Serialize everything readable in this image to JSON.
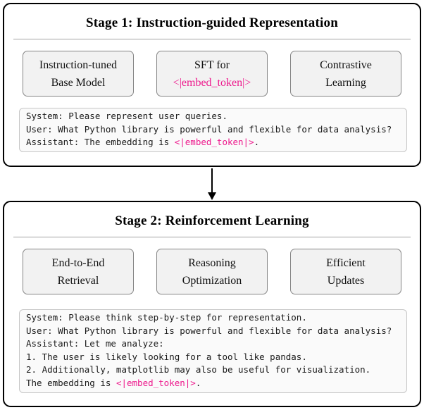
{
  "colors": {
    "accent": "#ed1a8d",
    "panel_border": "#000000",
    "concept_box_fill": "#f2f2f2",
    "concept_box_border": "#858585",
    "chat_box_fill": "#fafafa",
    "chat_box_border": "#c6c6c6",
    "divider": "#a3a3a3"
  },
  "stage1": {
    "title": "Stage 1: Instruction-guided Representation",
    "boxes": {
      "base_model": {
        "line1": "Instruction-tuned",
        "line2": "Base Model"
      },
      "sft": {
        "line1": "SFT for",
        "token": "<|embed_token|>"
      },
      "contrastive": {
        "line1": "Contrastive",
        "line2": "Learning"
      }
    },
    "chat": {
      "line1": {
        "pre": "System: Please represent user queries.",
        "token": "",
        "post": ""
      },
      "line2": {
        "pre": "User: What Python library is powerful and flexible for data analysis?",
        "token": "",
        "post": ""
      },
      "line3": {
        "pre": "Assistant: The embedding is ",
        "token": "<|embed_token|>",
        "post": "."
      }
    }
  },
  "stage2": {
    "title": "Stage 2: Reinforcement Learning",
    "boxes": {
      "retrieval": {
        "line1": "End-to-End",
        "line2": "Retrieval"
      },
      "reasoning": {
        "line1": "Reasoning",
        "line2": "Optimization"
      },
      "updates": {
        "line1": "Efficient",
        "line2": "Updates"
      }
    },
    "chat": {
      "line1": {
        "pre": "System: Please think step-by-step for representation.",
        "token": "",
        "post": ""
      },
      "line2": {
        "pre": "User: What Python library is powerful and flexible for data analysis?",
        "token": "",
        "post": ""
      },
      "line3": {
        "pre": "Assistant: Let me analyze:",
        "token": "",
        "post": ""
      },
      "line4": {
        "pre": "1. The user is likely looking for a tool like pandas.",
        "token": "",
        "post": ""
      },
      "line5": {
        "pre": "2. Additionally, matplotlib may also be useful for visualization.",
        "token": "",
        "post": ""
      },
      "line6": {
        "pre": "The embedding is ",
        "token": "<|embed_token|>",
        "post": "."
      }
    }
  }
}
